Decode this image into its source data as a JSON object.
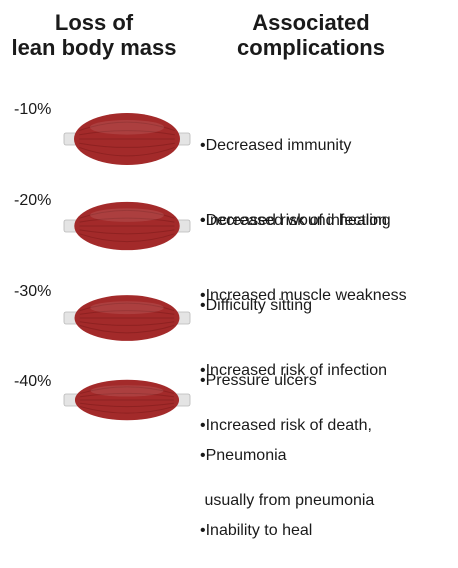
{
  "headings": {
    "left_line1": "Loss of",
    "left_line2": "lean body mass",
    "right_line1": "Associated",
    "right_line2": "complications"
  },
  "muscle_color": "#a32a2a",
  "tendon_color": "#e4e4e4",
  "rows": [
    {
      "level": "-10%",
      "complications": [
        "•Decreased immunity",
        "•Increased risk of infection"
      ]
    },
    {
      "level": "-20%",
      "complications": [
        "•Decreased wound healing",
        "•Increased muscle weakness",
        "•Increased risk of infection"
      ]
    },
    {
      "level": "-30%",
      "complications": [
        "•Difficulty sitting",
        "•Pressure ulcers",
        "•Pneumonia",
        "•Inability to heal"
      ]
    },
    {
      "level": "-40%",
      "complications": [
        "•Increased risk of death,",
        " usually from pneumonia"
      ]
    }
  ]
}
